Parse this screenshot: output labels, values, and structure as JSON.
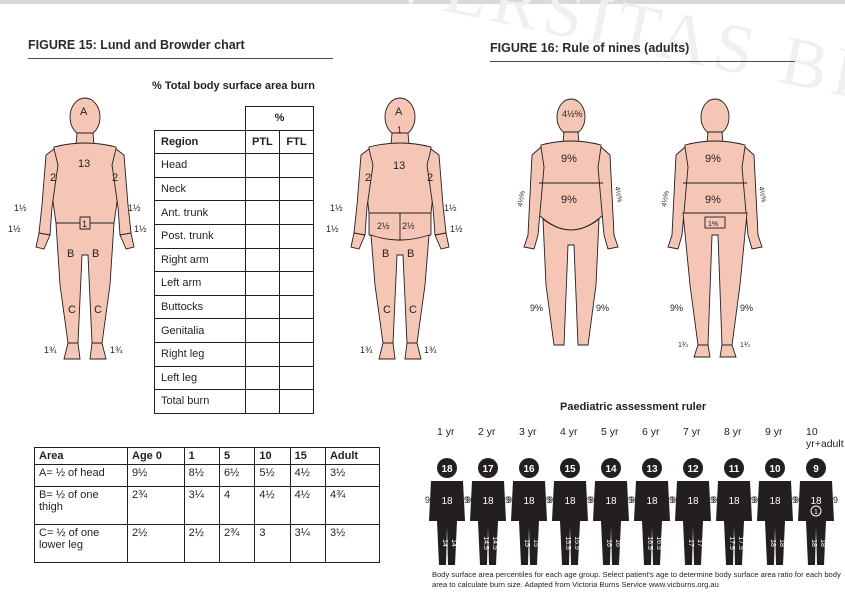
{
  "fig15": {
    "title": "FIGURE 15: Lund and Browder chart",
    "table_caption": "% Total body surface area burn"
  },
  "fig16": {
    "title": "FIGURE 16: Rule of nines (adults)"
  },
  "lund_front": {
    "head": "A",
    "trunk": "13",
    "arm_upper": "2",
    "arm_lower": "1½",
    "hand": "1½",
    "genital": "1",
    "thigh": "B",
    "leg": "C",
    "foot": "1¾"
  },
  "lund_back": {
    "head": "A",
    "neck": "1",
    "trunk": "13",
    "arm_upper": "2",
    "arm_lower": "1½",
    "hand": "1½",
    "buttock": "2½",
    "thigh": "B",
    "leg": "C",
    "foot": "1¾"
  },
  "rule9_back": {
    "head": "4½%",
    "trunk_upper": "9%",
    "trunk_lower": "9%",
    "arm": "4½%",
    "leg": "9%"
  },
  "rule9_front": {
    "head": "4½%",
    "trunk_upper": "9%",
    "trunk_lower": "9%",
    "arm": "4½%",
    "genital": "1%",
    "leg": "9%",
    "foot": "1¾"
  },
  "region_table": {
    "col_group": "%",
    "headers": [
      "Region",
      "PTL",
      "FTL"
    ],
    "rows": [
      "Head",
      "Neck",
      "Ant. trunk",
      "Post. trunk",
      "Right arm",
      "Left arm",
      "Buttocks",
      "Genitalia",
      "Right leg",
      "Left leg",
      "Total burn"
    ]
  },
  "area_table": {
    "headers": [
      "Area",
      "Age 0",
      "1",
      "5",
      "10",
      "15",
      "Adult"
    ],
    "rows": [
      [
        "A= ½ of head",
        "9½",
        "8½",
        "6½",
        "5½",
        "4½",
        "3½"
      ],
      [
        "B= ½ of one thigh",
        "2¾",
        "3¼",
        "4",
        "4½",
        "4½",
        "4¾"
      ],
      [
        "C= ½ of one lower leg",
        "2½",
        "2½",
        "2¾",
        "3",
        "3¼",
        "3½"
      ]
    ]
  },
  "ruler": {
    "title": "Paediatric assessment ruler",
    "ages": [
      "1 yr",
      "2 yr",
      "3 yr",
      "4 yr",
      "5 yr",
      "6 yr",
      "7 yr",
      "8 yr",
      "9 yr",
      "10 yr+adult"
    ],
    "figures": [
      {
        "head": "18",
        "trunk": "18",
        "arm": "9",
        "leg": "14"
      },
      {
        "head": "17",
        "trunk": "18",
        "arm": "9",
        "leg": "14.5"
      },
      {
        "head": "16",
        "trunk": "18",
        "arm": "9",
        "leg": "15"
      },
      {
        "head": "15",
        "trunk": "18",
        "arm": "9",
        "leg": "15.5"
      },
      {
        "head": "14",
        "trunk": "18",
        "arm": "9",
        "leg": "16"
      },
      {
        "head": "13",
        "trunk": "18",
        "arm": "9",
        "leg": "16.5"
      },
      {
        "head": "12",
        "trunk": "18",
        "arm": "9",
        "leg": "17"
      },
      {
        "head": "11",
        "trunk": "18",
        "arm": "9",
        "leg": "17.5"
      },
      {
        "head": "10",
        "trunk": "18",
        "arm": "9",
        "leg": "18"
      },
      {
        "head": "9",
        "trunk": "18",
        "arm": "9",
        "leg": "18",
        "genital": "1"
      }
    ],
    "footnote": "Body surface area percentiles for each age group. Select patient's age to determine body surface area ratio for each body area to calculate burn size. Adapted from Victoria Burns Service www.vicburns.org.au"
  },
  "colors": {
    "skin": "#f5c6b5",
    "outline": "#231f20",
    "ruler_fig": "#231f20"
  }
}
